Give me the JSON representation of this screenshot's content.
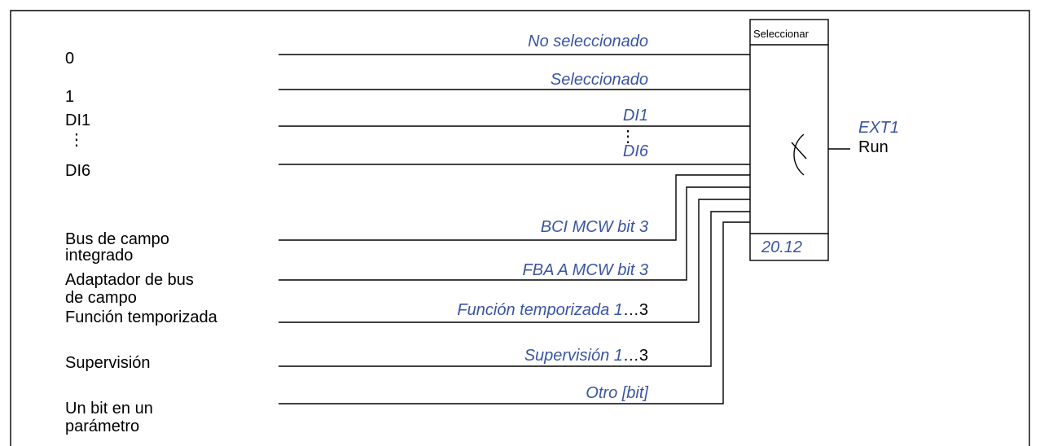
{
  "selector": {
    "title": "Seleccionar",
    "parameter": "20.12"
  },
  "output": {
    "signal": "EXT1",
    "label": "Run"
  },
  "sources": [
    {
      "label": "0",
      "signal": "No seleccionado"
    },
    {
      "label": "1",
      "signal": "Seleccionado"
    },
    {
      "label": "DI1",
      "signal": "DI1"
    },
    {
      "label": "DI6",
      "signal": "DI6"
    },
    {
      "label_line1": "Bus de campo",
      "label_line2": "integrado",
      "signal": "BCI MCW bit 3"
    },
    {
      "label_line1": "Adaptador de bus",
      "label_line2": "de campo",
      "signal": "FBA A MCW bit 3"
    },
    {
      "label": "Función temporizada",
      "signal": "Función temporizada 1",
      "signal_suffix": "…3"
    },
    {
      "label": "Supervisión",
      "signal": "Supervisión 1",
      "signal_suffix": "…3"
    },
    {
      "label_line1": "Un bit en un",
      "label_line2": "parámetro",
      "signal": "Otro [bit]"
    }
  ]
}
